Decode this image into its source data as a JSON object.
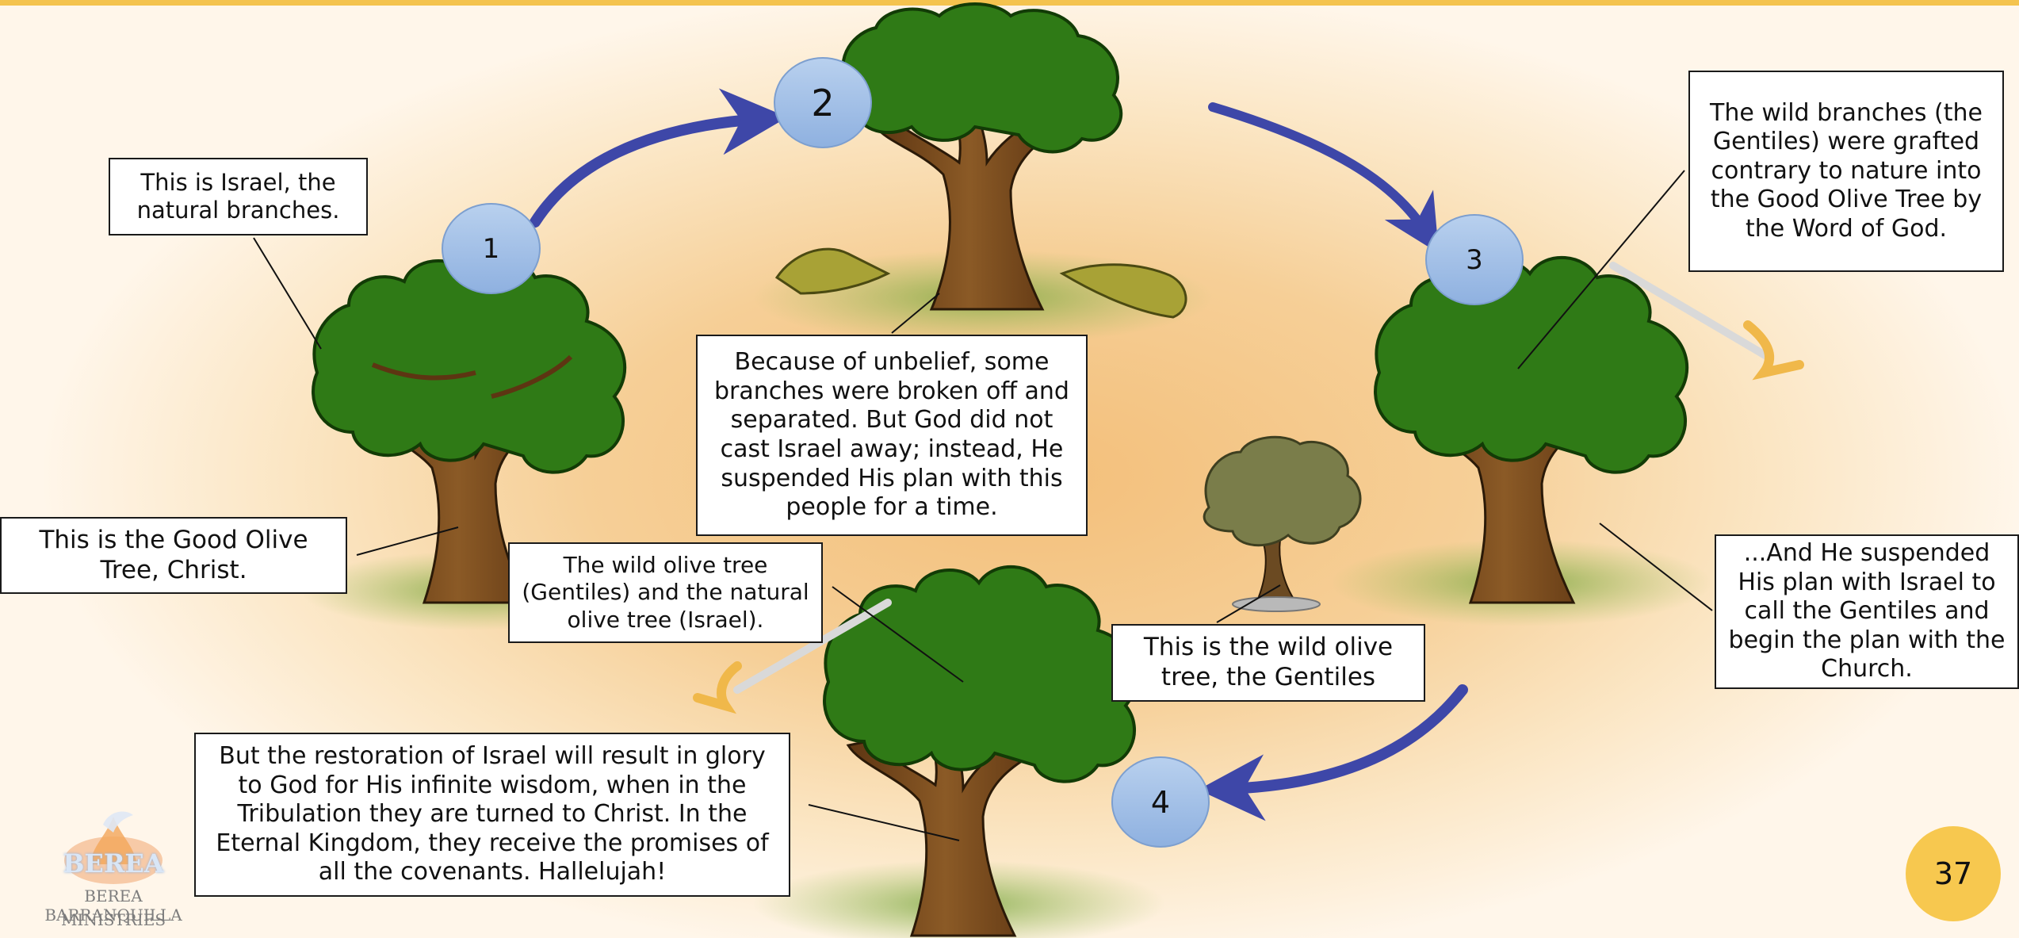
{
  "slide": {
    "page_number": "37",
    "colors": {
      "top_bar": "#f4c34e",
      "arrow": "#3e47a8",
      "circle": "#a9c4ea",
      "foliage": "#2f7a16",
      "trunk": "#7a4a1c"
    }
  },
  "steps": [
    {
      "number": "1"
    },
    {
      "number": "2"
    },
    {
      "number": "3"
    },
    {
      "number": "4"
    }
  ],
  "notes": {
    "israel_natural_branches": "This is Israel, the natural branches.",
    "good_olive_tree": "This is the Good Olive Tree, Christ.",
    "unbelief": "Because of unbelief, some branches were broken off and separated. But God did not cast Israel away; instead, He suspended His plan with this people for a time.",
    "wild_branches_grafted": "The wild branches (the Gentiles) were grafted contrary to nature into the Good Olive Tree by the Word of God.",
    "suspended_plan": "...And He suspended His plan with Israel to call the Gentiles and begin the plan with the Church.",
    "wild_and_natural": "The wild olive tree (Gentiles) and the natural olive tree (Israel).",
    "wild_olive_gentiles": "This is the wild olive tree, the Gentiles",
    "restoration": "But the restoration of Israel will result in glory to God for His infinite wisdom, when in the Tribulation they are turned to Christ. In the Eternal Kingdom, they receive the promises of all the covenants. Hallelujah!"
  },
  "logo": {
    "word": "BEREA",
    "line1": "BEREA BARRANQUILLA",
    "line2": "MINISTRIES"
  }
}
